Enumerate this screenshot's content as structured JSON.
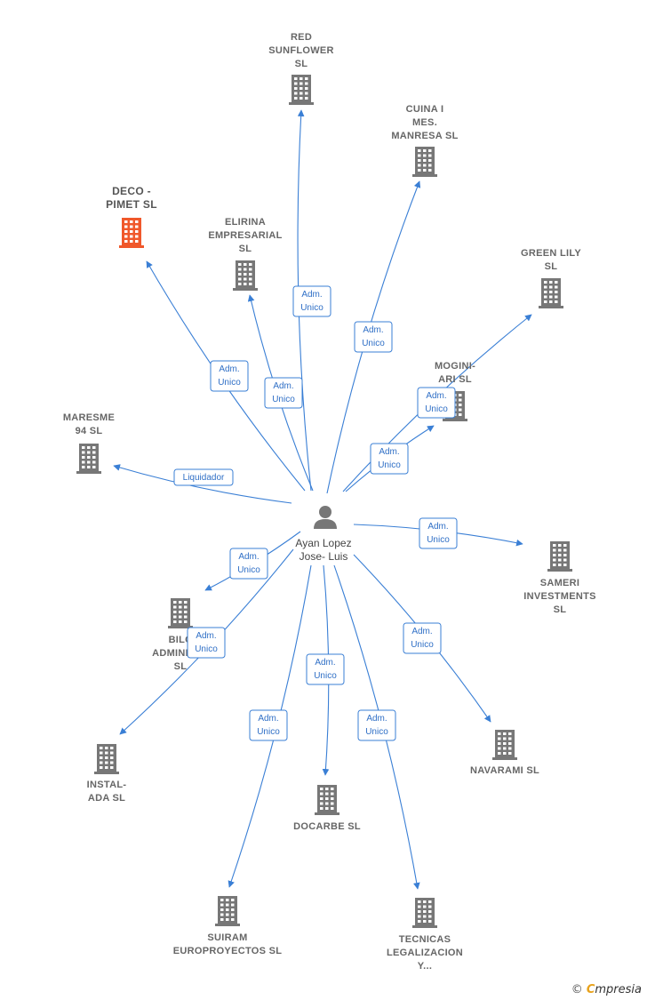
{
  "center": {
    "label_lines": [
      "Ayan Lopez",
      "Jose- Luis"
    ]
  },
  "accent_color": "#3a7fd5",
  "highlight_color": "#f0582b",
  "nodes": [
    {
      "id": "red-sunflower",
      "label_lines": [
        "RED",
        "SUNFLOWER",
        "SL"
      ],
      "role_lines": [
        "Adm.",
        "Unico"
      ],
      "highlight": false
    },
    {
      "id": "cuina-mes-manresa",
      "label_lines": [
        "CUINA I",
        "MES.",
        "MANRESA  SL"
      ],
      "role_lines": [
        "Adm.",
        "Unico"
      ],
      "highlight": false
    },
    {
      "id": "deco-pimet",
      "label_lines": [
        "DECO -",
        "PIMET  SL"
      ],
      "role_lines": [
        "Adm.",
        "Unico"
      ],
      "highlight": true
    },
    {
      "id": "elirina-empresarial",
      "label_lines": [
        "ELIRINA",
        "EMPRESARIAL",
        "SL"
      ],
      "role_lines": [
        "Adm.",
        "Unico"
      ],
      "highlight": false
    },
    {
      "id": "green-lily",
      "label_lines": [
        "GREEN LILY",
        "SL"
      ],
      "role_lines": [
        "Adm.",
        "Unico"
      ],
      "highlight": false
    },
    {
      "id": "mogini-ari",
      "label_lines": [
        "MOGINI-",
        "ARI  SL"
      ],
      "role_lines": [
        "Adm.",
        "Unico"
      ],
      "highlight": false
    },
    {
      "id": "maresme-94",
      "label_lines": [
        "MARESME",
        "94 SL"
      ],
      "role_lines": [
        "Liquidador"
      ],
      "highlight": false
    },
    {
      "id": "sameri-investments",
      "label_lines": [
        "SAMERI",
        "INVESTMENTS",
        "SL"
      ],
      "role_lines": [
        "Adm.",
        "Unico"
      ],
      "highlight": false
    },
    {
      "id": "bilco-administr",
      "label_lines": [
        "BILC",
        "ADMINISTR",
        "SL"
      ],
      "role_lines": [
        "Adm.",
        "Unico"
      ],
      "highlight": false
    },
    {
      "id": "install-ada",
      "label_lines": [
        "INSTAL-",
        "ADA  SL"
      ],
      "role_lines": [
        "Adm.",
        "Unico"
      ],
      "highlight": false
    },
    {
      "id": "docarbe",
      "label_lines": [
        "DOCARBE  SL"
      ],
      "role_lines": [
        "Adm.",
        "Unico"
      ],
      "highlight": false
    },
    {
      "id": "navarami",
      "label_lines": [
        "NAVARAMI SL"
      ],
      "role_lines": [
        "Adm.",
        "Unico"
      ],
      "highlight": false
    },
    {
      "id": "suiram-europroyectos",
      "label_lines": [
        "SUIRAM",
        "EUROPROYECTOS SL"
      ],
      "role_lines": [
        "Adm.",
        "Unico"
      ],
      "highlight": false
    },
    {
      "id": "tecnicas-legalizacion",
      "label_lines": [
        "TECNICAS",
        "LEGALIZACION",
        "Y..."
      ],
      "role_lines": [
        "Adm.",
        "Unico"
      ],
      "highlight": false
    }
  ],
  "footer": {
    "copyright": "©",
    "brand_first": "C",
    "brand_rest": "mpresia"
  }
}
